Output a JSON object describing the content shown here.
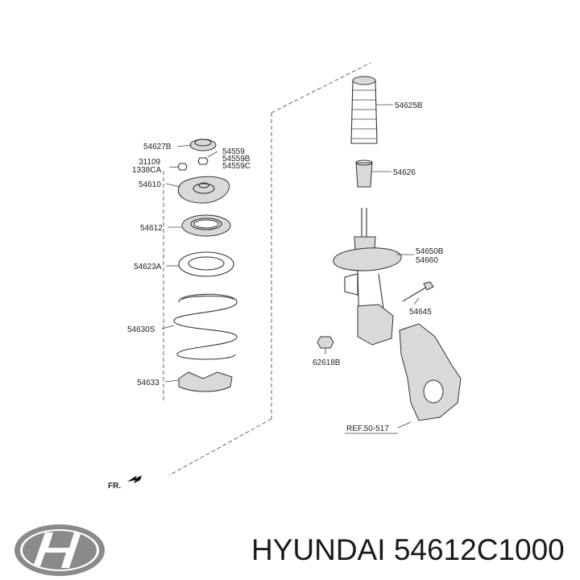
{
  "callouts": {
    "p54627B": "54627B",
    "p54559a": "54559",
    "p54559b": "54559B",
    "p54559c": "54559C",
    "p31109": "31109",
    "p1338CA": "1338CA",
    "p54610": "54610",
    "p54612": "54612",
    "p54623A": "54623A",
    "p54630S": "54630S",
    "p54633": "54633",
    "p54625B": "54625B",
    "p54626": "54626",
    "p54650B": "54650B",
    "p54660": "54660",
    "p54645": "54645",
    "p62618B": "62618B",
    "ref": "REF.50-517",
    "front": "FR."
  },
  "caption": {
    "brand": "HYUNDAI",
    "part_number": "54612C1000"
  },
  "colors": {
    "line": "#333333",
    "logo": "#8a8a8a"
  }
}
